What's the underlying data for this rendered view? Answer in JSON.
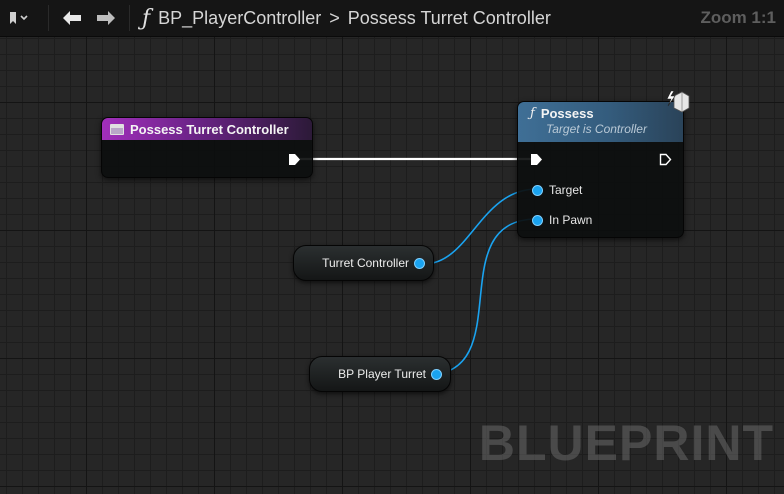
{
  "topbar": {
    "function_glyph": "ƒ",
    "breadcrumb_graph": "BP_PlayerController",
    "breadcrumb_separator": ">",
    "breadcrumb_function": "Possess Turret Controller",
    "zoom": "Zoom 1:1"
  },
  "nodes": {
    "entry": {
      "title": "Possess Turret Controller"
    },
    "possess": {
      "title": "Possess",
      "subtitle": "Target is Controller",
      "pins": {
        "target": "Target",
        "in_pawn": "In Pawn"
      }
    },
    "var_turret_controller": {
      "label": "Turret Controller"
    },
    "var_bp_player_turret": {
      "label": "BP Player Turret"
    }
  },
  "watermark": "BLUEPRINT",
  "colors": {
    "object_pin": "#1aa3f0",
    "exec_wire": "#ffffff",
    "event_header": "#a22fbc",
    "function_header": "#3f6f96"
  }
}
